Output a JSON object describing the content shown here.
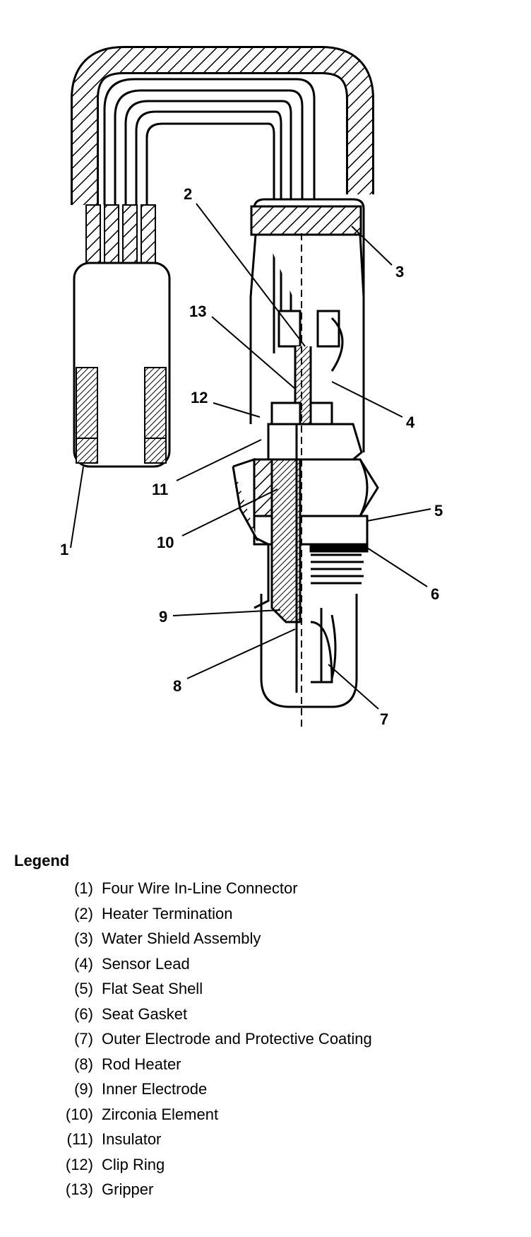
{
  "diagram": {
    "callouts": [
      "1",
      "2",
      "3",
      "4",
      "5",
      "6",
      "7",
      "8",
      "9",
      "10",
      "11",
      "12",
      "13"
    ]
  },
  "legend": {
    "title": "Legend",
    "items": [
      {
        "num": "(1)",
        "text": "Four Wire In-Line Connector"
      },
      {
        "num": "(2)",
        "text": "Heater Termination"
      },
      {
        "num": "(3)",
        "text": "Water Shield Assembly"
      },
      {
        "num": "(4)",
        "text": "Sensor Lead"
      },
      {
        "num": "(5)",
        "text": "Flat Seat Shell"
      },
      {
        "num": "(6)",
        "text": "Seat Gasket"
      },
      {
        "num": "(7)",
        "text": "Outer Electrode and Protective Coating"
      },
      {
        "num": "(8)",
        "text": "Rod Heater"
      },
      {
        "num": "(9)",
        "text": "Inner Electrode"
      },
      {
        "num": "(10)",
        "text": "Zirconia Element"
      },
      {
        "num": "(11)",
        "text": "Insulator"
      },
      {
        "num": "(12)",
        "text": "Clip Ring"
      },
      {
        "num": "(13)",
        "text": "Gripper"
      }
    ]
  }
}
